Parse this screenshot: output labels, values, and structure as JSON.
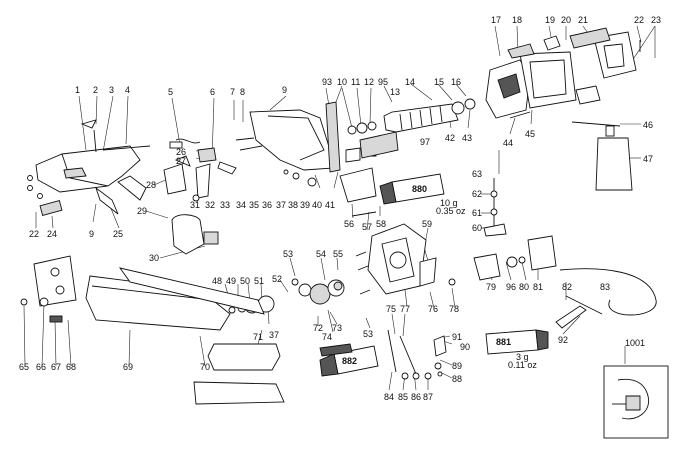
{
  "labels": {
    "p1": "1",
    "p2": "2",
    "p3": "3",
    "p4": "4",
    "p5": "5",
    "p6": "6",
    "p7": "7",
    "p8": "8",
    "p9": "9",
    "p9b": "9",
    "p10": "10",
    "p11": "11",
    "p12": "12",
    "p13": "13",
    "p14": "14",
    "p15": "15",
    "p16": "16",
    "p17": "17",
    "p18": "18",
    "p19": "19",
    "p20": "20",
    "p21": "21",
    "p22": "22",
    "p22b": "22",
    "p23": "23",
    "p24": "24",
    "p25": "25",
    "p26": "26",
    "p27": "27",
    "p28": "28",
    "p29": "29",
    "p30": "30",
    "p31": "31",
    "p32": "32",
    "p33": "33",
    "p34": "34",
    "p35": "35",
    "p36": "36",
    "p37": "37",
    "p37b": "37",
    "p38": "38",
    "p39": "39",
    "p40": "40",
    "p41": "41",
    "p42": "42",
    "p43": "43",
    "p44": "44",
    "p45": "45",
    "p46": "46",
    "p47": "47",
    "p48": "48",
    "p49": "49",
    "p50": "50",
    "p51": "51",
    "p52": "52",
    "p53": "53",
    "p53b": "53",
    "p54": "54",
    "p55": "55",
    "p56": "56",
    "p57": "57",
    "p58": "58",
    "p59": "59",
    "p60": "60",
    "p61": "61",
    "p62": "62",
    "p63": "63",
    "p65": "65",
    "p66": "66",
    "p67": "67",
    "p68": "68",
    "p69": "69",
    "p70": "70",
    "p71": "71",
    "p72": "72",
    "p73": "73",
    "p74": "74",
    "p75": "75",
    "p76": "76",
    "p77": "77",
    "p78": "78",
    "p79": "79",
    "p80": "80",
    "p81": "81",
    "p82": "82",
    "p83": "83",
    "p84": "84",
    "p85": "85",
    "p86": "86",
    "p87": "87",
    "p88": "88",
    "p89": "89",
    "p90": "90",
    "p91": "91",
    "p92": "92",
    "p93": "93",
    "p95": "95",
    "p96": "96",
    "p97": "97",
    "p1001": "1001"
  },
  "tubes": {
    "t880": {
      "code": "880",
      "qty_g": "10 g",
      "qty_oz": "0.35 oz"
    },
    "t881": {
      "code": "881",
      "qty_g": "3 g",
      "qty_oz": "0.11 oz"
    },
    "t882": {
      "code": "882"
    }
  }
}
